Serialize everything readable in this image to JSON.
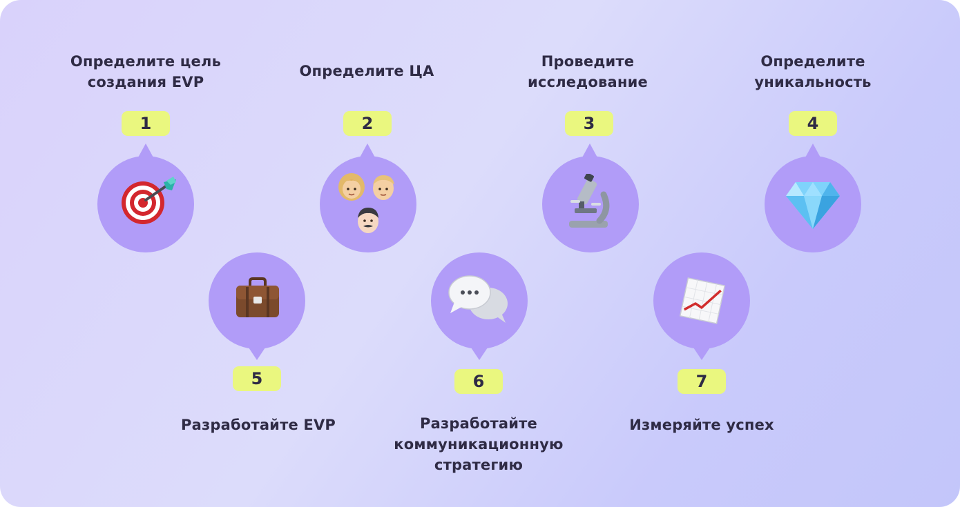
{
  "colors": {
    "circle": "#b19cf8",
    "badge": "#eaf77f",
    "text": "#2f2b45"
  },
  "steps": [
    {
      "number": "1",
      "title": "Определите цель\nсоздания EVP",
      "icon": "dart-target-icon"
    },
    {
      "number": "2",
      "title": "Определите ЦА",
      "icon": "people-group-icon"
    },
    {
      "number": "3",
      "title": "Проведите\nисследование",
      "icon": "microscope-icon"
    },
    {
      "number": "4",
      "title": "Определите\nуникальность",
      "icon": "diamond-icon"
    },
    {
      "number": "5",
      "title": "Разработайте EVP",
      "icon": "briefcase-icon"
    },
    {
      "number": "6",
      "title": "Разработайте\nкоммуникационную\nстратегию",
      "icon": "speech-bubbles-icon"
    },
    {
      "number": "7",
      "title": "Измеряйте успех",
      "icon": "growth-chart-icon"
    }
  ]
}
